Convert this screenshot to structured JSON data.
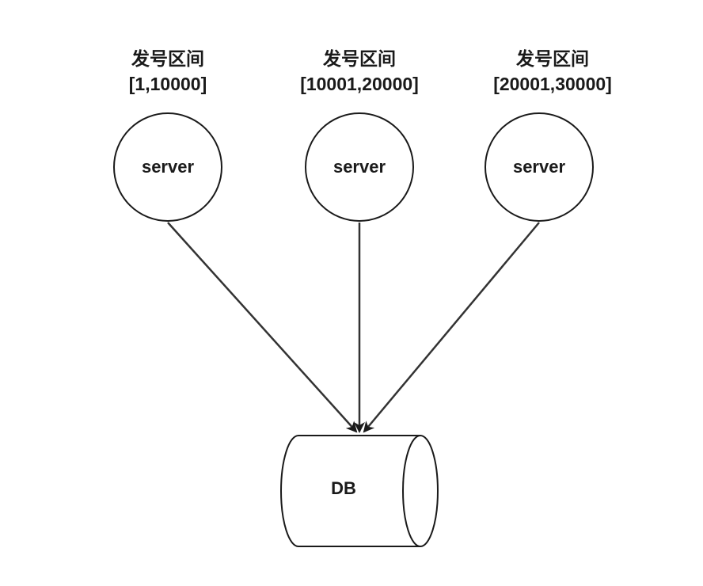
{
  "servers": [
    {
      "title": "发号区间",
      "range": "[1,10000]",
      "label": "server"
    },
    {
      "title": "发号区间",
      "range": "[10001,20000]",
      "label": "server"
    },
    {
      "title": "发号区间",
      "range": "[20001,30000]",
      "label": "server"
    }
  ],
  "database": {
    "label": "DB"
  },
  "colors": {
    "stroke": "#1a1a1a",
    "background": "#ffffff",
    "text": "#1a1a1a"
  }
}
